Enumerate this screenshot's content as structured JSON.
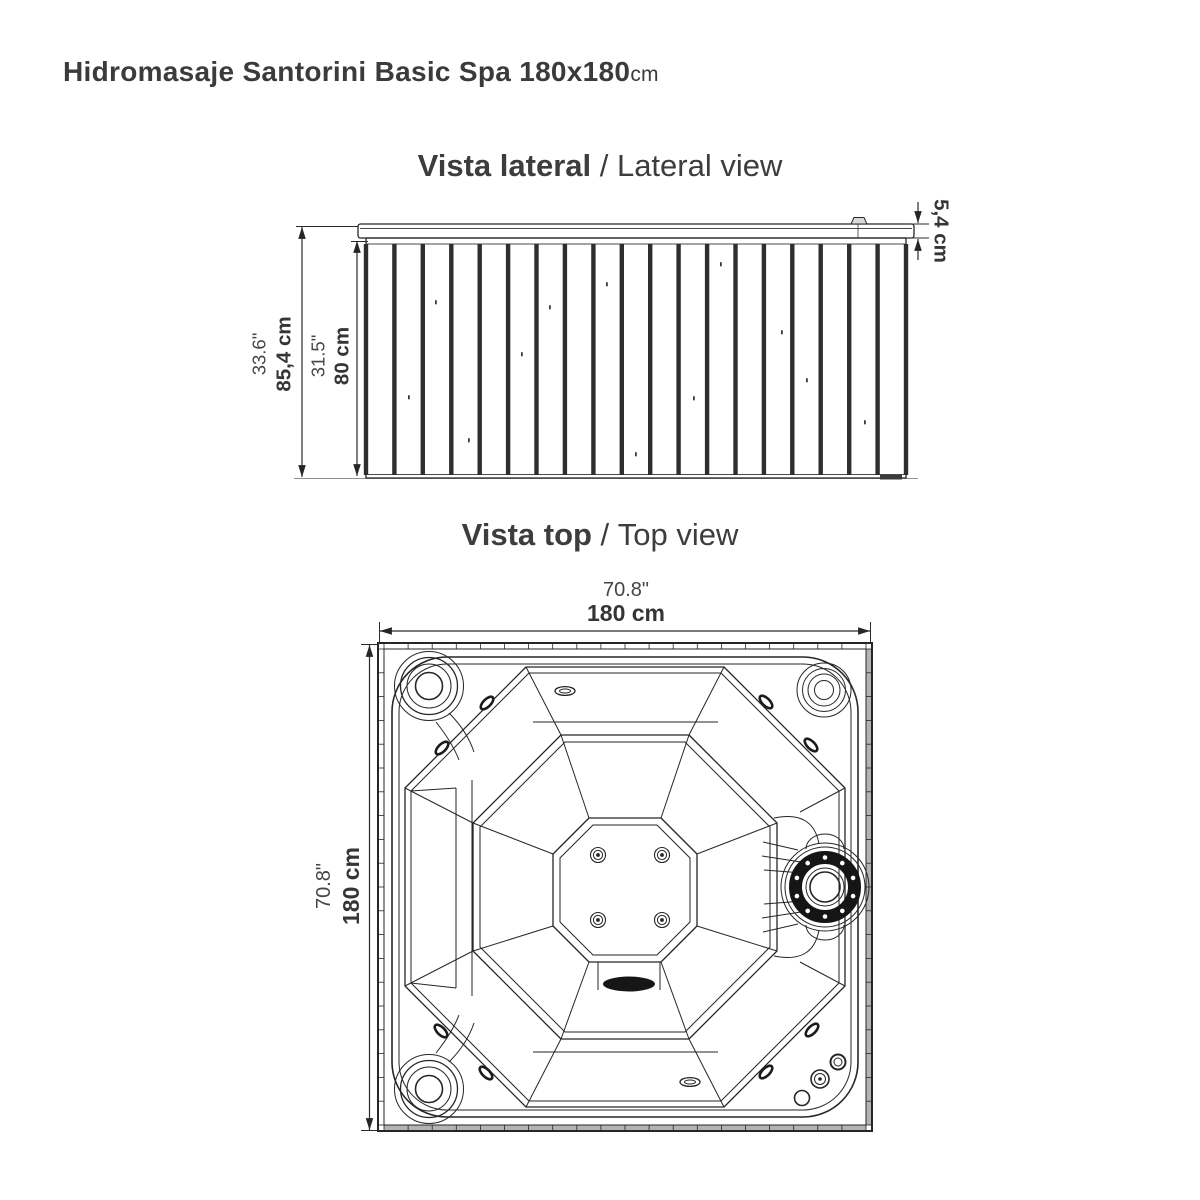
{
  "title": {
    "text": "Hidromasaje Santorini Basic Spa 180x180",
    "unit_suffix": "cm"
  },
  "lateral_section": {
    "heading_bold": "Vista lateral",
    "heading_sep": " / ",
    "heading_light": "Lateral view",
    "dims": {
      "outer_in": "33.6\"",
      "outer_cm": "85,4 cm",
      "inner_in": "31.5\"",
      "inner_cm": "80 cm",
      "lid_cm": "5,4 cm"
    }
  },
  "top_section": {
    "heading_bold": "Vista top",
    "heading_sep": " / ",
    "heading_light": "Top view",
    "dims": {
      "width_in": "70.8\"",
      "width_cm": "180 cm",
      "depth_in": "70.8\"",
      "depth_cm": "180 cm"
    }
  },
  "colors": {
    "line": "#262626",
    "text": "#3b3b3b",
    "shadow_band": "#b3b3b3",
    "slat": "#2e2e2e",
    "background": "#ffffff"
  }
}
